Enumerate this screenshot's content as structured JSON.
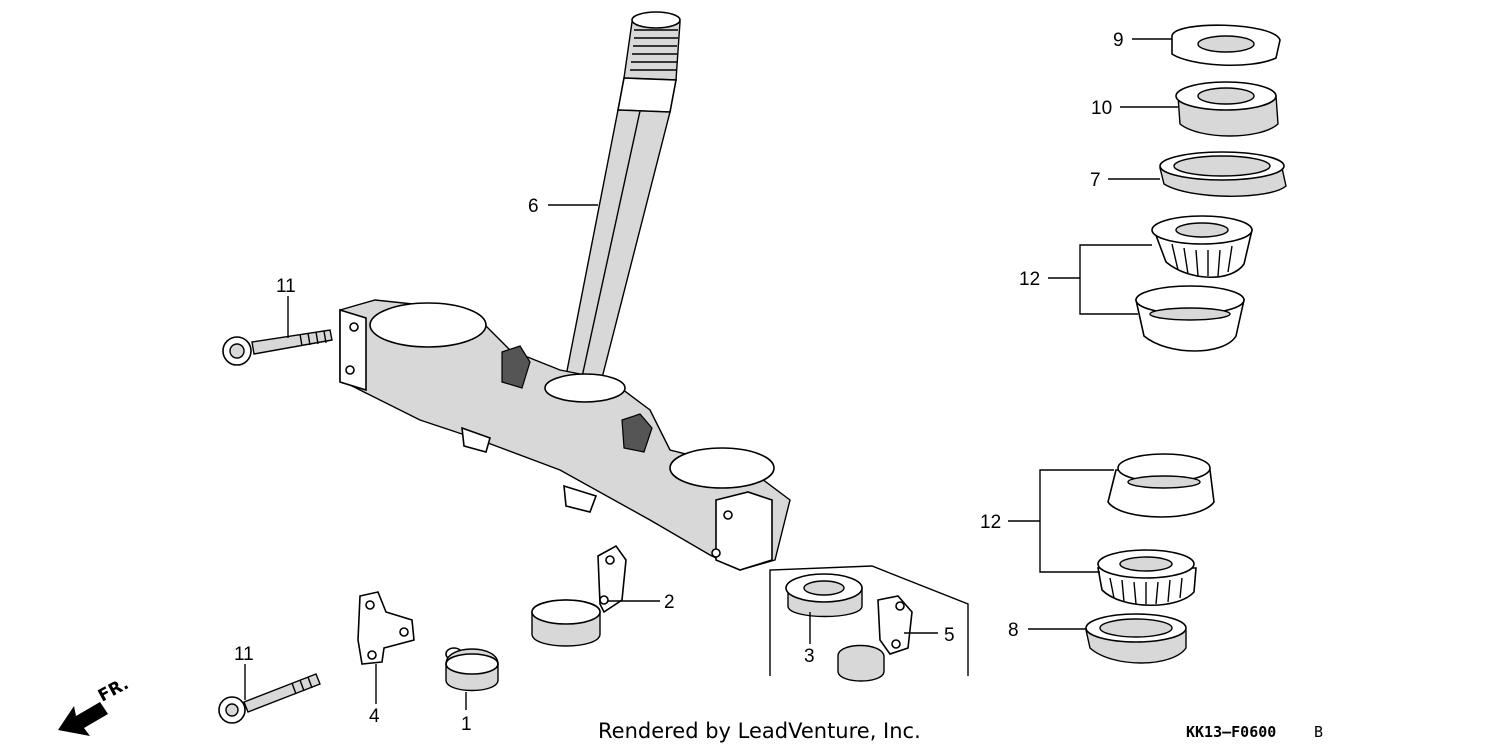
{
  "diagram": {
    "callouts": {
      "p1": "1",
      "p2": "2",
      "p3": "3",
      "p4": "4",
      "p5": "5",
      "p6": "6",
      "p7": "7",
      "p8": "8",
      "p9": "9",
      "p10": "10",
      "p11a": "11",
      "p11b": "11",
      "p12a": "12",
      "p12b": "12"
    },
    "direction_label": "FR.",
    "footer_text": "Rendered by LeadVenture, Inc.",
    "diagram_code": "KK13—F0600",
    "diagram_suffix": "B"
  }
}
